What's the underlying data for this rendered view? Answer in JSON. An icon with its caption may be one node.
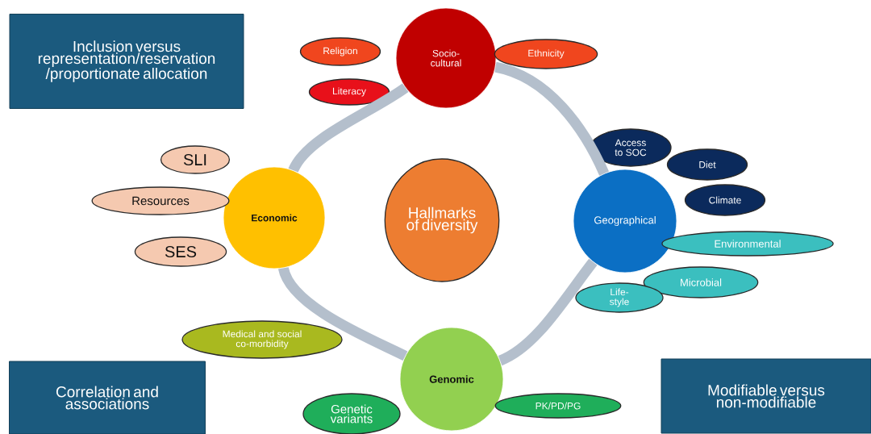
{
  "diagram": {
    "nodes": [
      {
        "text": [
          "Inclusion versus representation/reservation /proportionate allocation"
        ]
      },
      {
        "text": [
          "Religion"
        ]
      },
      {
        "text": [
          "Socio- cultural"
        ]
      },
      {
        "text": [
          "Ethnicity"
        ]
      },
      {
        "text": [
          "Literacy"
        ]
      },
      {
        "text": [
          "Access to SOC"
        ]
      },
      {
        "text": [
          "Diet"
        ]
      },
      {
        "text": [
          "Climate"
        ]
      },
      {
        "text": [
          "Economic"
        ]
      },
      {
        "text": [
          "Hallmarks of diversity"
        ]
      },
      {
        "text": [
          "Geographical"
        ]
      },
      {
        "text": [
          "SLI"
        ]
      },
      {
        "text": [
          "Resources"
        ]
      },
      {
        "text": [
          "SES"
        ]
      },
      {
        "text": [
          "Environmental"
        ]
      },
      {
        "text": [
          "Microbial"
        ]
      },
      {
        "text": [
          "Life- style"
        ]
      },
      {
        "text": [
          "Medical and social co-morbidity"
        ]
      },
      {
        "text": [
          "Genomic"
        ]
      },
      {
        "text": [
          "Genetic variants"
        ]
      },
      {
        "text": [
          "PK/PD/PG"
        ]
      },
      {
        "text": [
          "Correlation and associations"
        ]
      },
      {
        "text": [
          "Modifiable versus non-modifiable"
        ]
      }
    ],
    "edges": [
      {
        "from": 2,
        "to": 10,
        "arrow": "none"
      },
      {
        "from": 10,
        "to": 18,
        "arrow": "none"
      },
      {
        "from": 18,
        "to": 8,
        "arrow": "none"
      },
      {
        "from": 8,
        "to": 2,
        "arrow": "none"
      }
    ]
  }
}
